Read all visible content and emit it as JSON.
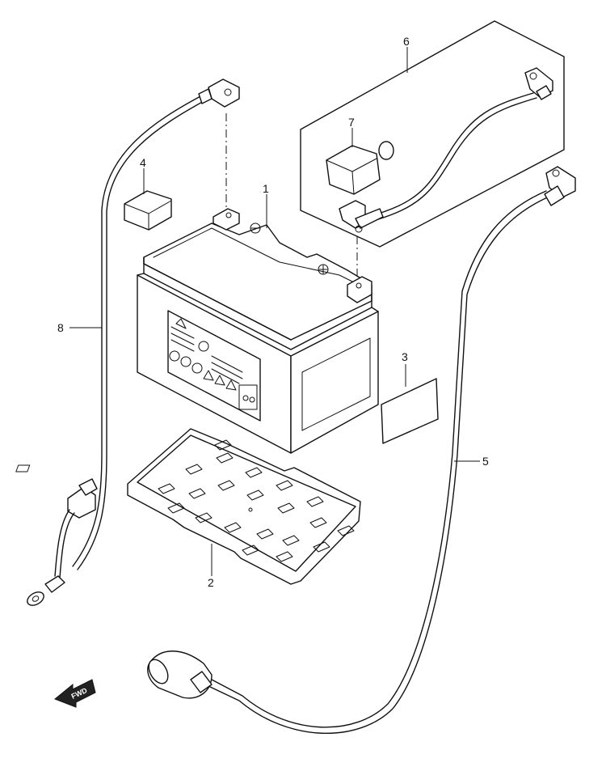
{
  "callouts": [
    {
      "id": "1",
      "label": "1"
    },
    {
      "id": "2",
      "label": "2"
    },
    {
      "id": "3",
      "label": "3"
    },
    {
      "id": "4",
      "label": "4"
    },
    {
      "id": "5",
      "label": "5"
    },
    {
      "id": "6",
      "label": "6"
    },
    {
      "id": "7",
      "label": "7"
    },
    {
      "id": "8",
      "label": "8"
    }
  ],
  "fwd_label": "FWD"
}
